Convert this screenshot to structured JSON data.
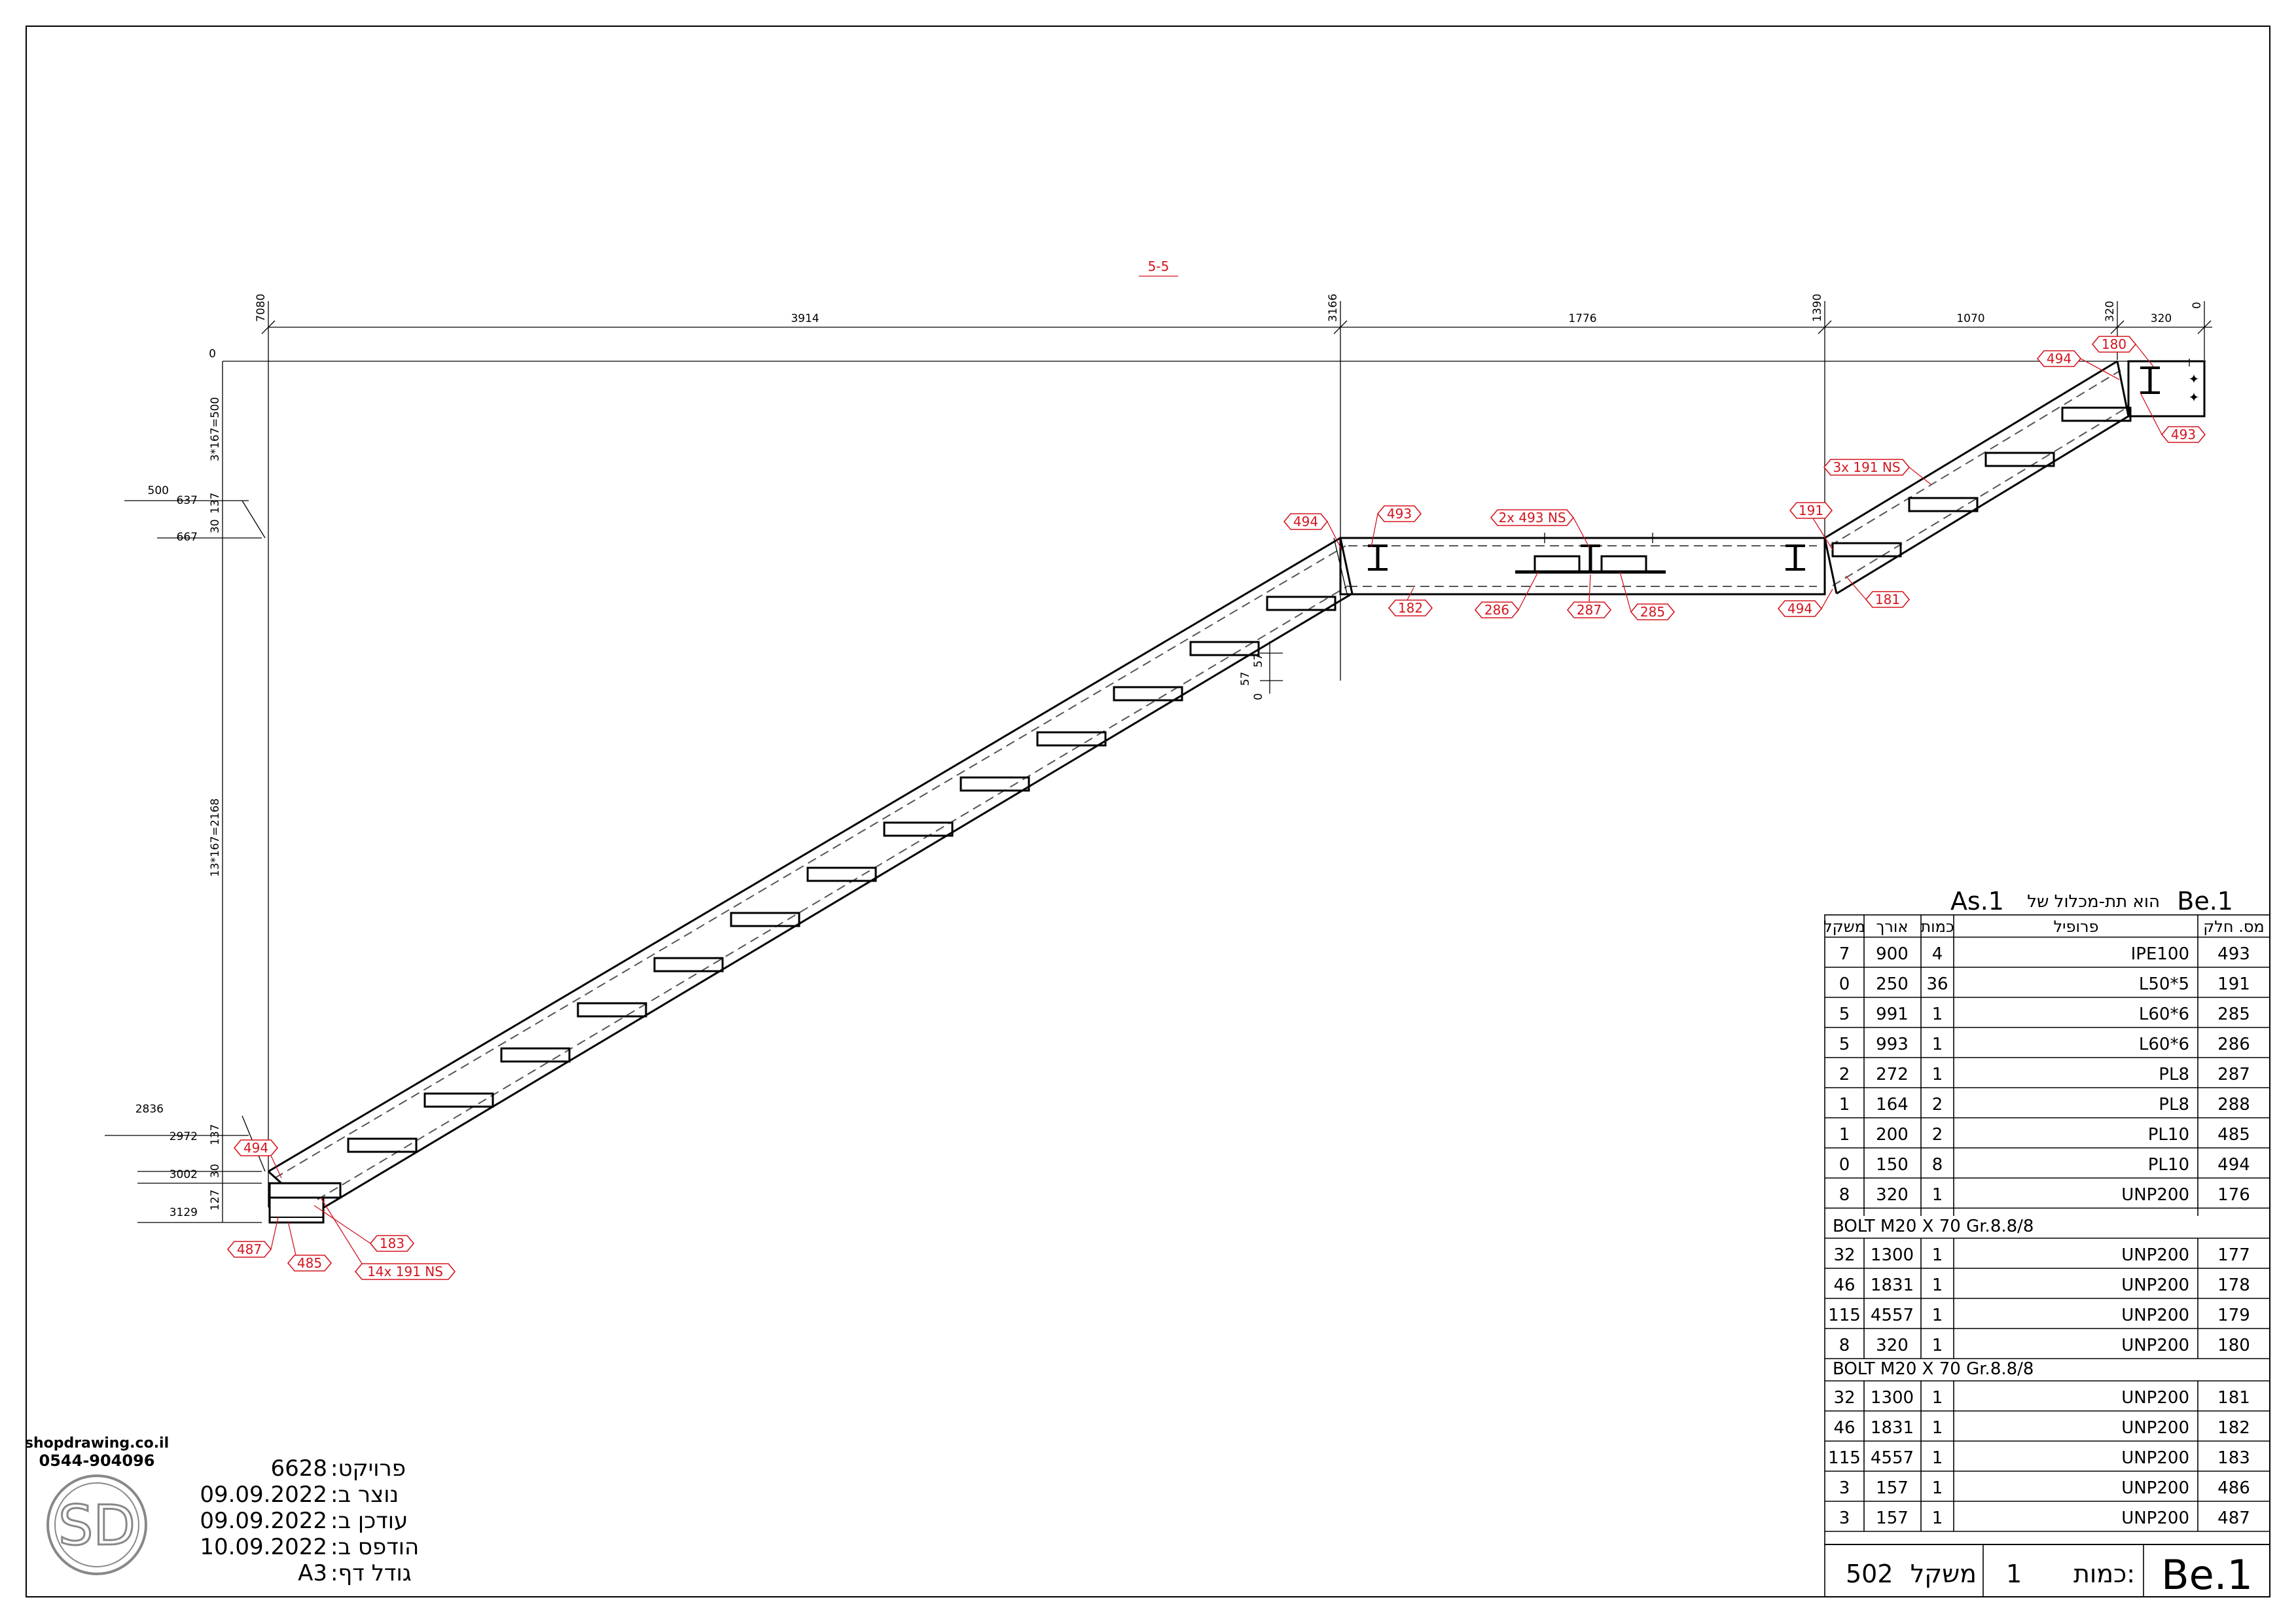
{
  "drawing": {
    "section_label": "5-5",
    "top_dims": [
      "7080",
      "3914",
      "3166",
      "1776",
      "1390",
      "1070",
      "320",
      "320",
      "0"
    ],
    "left_dims": {
      "zero": "0",
      "riser_top": "3*167=500",
      "l500": "500",
      "l637": "637",
      "l137a": "137",
      "l30a": "30",
      "l667": "667",
      "riser_main": "13*167=2168",
      "l2836": "2836",
      "l2972": "2972",
      "l137b": "137",
      "l3002": "3002",
      "l30b": "30",
      "l3129": "3129",
      "l127": "127"
    },
    "mid_dims": {
      "d57a": "57",
      "d57b": "57",
      "d0": "0"
    },
    "tags": {
      "t494_top": "494",
      "t493_top": "493",
      "t2x493": "2x 493 NS",
      "t191": "191",
      "t3x191": "3x 191 NS",
      "t494_r": "494",
      "t180": "180",
      "t493_r": "493",
      "t182": "182",
      "t286": "286",
      "t287": "287",
      "t285": "285",
      "t494_bot": "494",
      "t181": "181",
      "t494_l": "494",
      "t183": "183",
      "t487": "487",
      "t485": "485",
      "t14x191": "14x 191 NS"
    }
  },
  "bom": {
    "title_right": "Be.1",
    "title_mid": "הוא תת-מכלול של",
    "title_left": "As.1",
    "headers": [
      "משקל",
      "אורך",
      "כמות",
      "פרופיל",
      "מס. חלק"
    ],
    "rows": [
      [
        "7",
        "900",
        "4",
        "IPE100",
        "493"
      ],
      [
        "0",
        "250",
        "36",
        "L50*5",
        "191"
      ],
      [
        "5",
        "991",
        "1",
        "L60*6",
        "285"
      ],
      [
        "5",
        "993",
        "1",
        "L60*6",
        "286"
      ],
      [
        "2",
        "272",
        "1",
        "PL8",
        "287"
      ],
      [
        "1",
        "164",
        "2",
        "PL8",
        "288"
      ],
      [
        "1",
        "200",
        "2",
        "PL10",
        "485"
      ],
      [
        "0",
        "150",
        "8",
        "PL10",
        "494"
      ],
      [
        "8",
        "320",
        "1",
        "UNP200",
        "176"
      ]
    ],
    "bolt_note_1": "BOLT M20 X 70 Gr.8.8/8",
    "rows2": [
      [
        "32",
        "1300",
        "1",
        "UNP200",
        "177"
      ],
      [
        "46",
        "1831",
        "1",
        "UNP200",
        "178"
      ],
      [
        "115",
        "4557",
        "1",
        "UNP200",
        "179"
      ],
      [
        "8",
        "320",
        "1",
        "UNP200",
        "180"
      ]
    ],
    "bolt_note_2": "BOLT M20 X 70 Gr.8.8/8",
    "rows3": [
      [
        "32",
        "1300",
        "1",
        "UNP200",
        "181"
      ],
      [
        "46",
        "1831",
        "1",
        "UNP200",
        "182"
      ],
      [
        "115",
        "4557",
        "1",
        "UNP200",
        "183"
      ],
      [
        "3",
        "157",
        "1",
        "UNP200",
        "486"
      ],
      [
        "3",
        "157",
        "1",
        "UNP200",
        "487"
      ]
    ],
    "footer": {
      "weight_value": "502",
      "weight_label": "משקל",
      "qty_value": "1",
      "qty_label": "כמות:",
      "assembly": "Be.1"
    }
  },
  "info": {
    "website": "shopdrawing.co.il",
    "phone": "0544-904096",
    "logo_letters": "SD",
    "project_value": "6628",
    "project_label": ":פרויקט",
    "created_value": "09.09.2022",
    "created_label": ":נוצר ב",
    "updated_value": "09.09.2022",
    "updated_label": ":עודכן ב",
    "printed_value": "10.09.2022",
    "printed_label": ":הודפס ב",
    "size_value": "A3",
    "size_label": ":גודל דף"
  }
}
